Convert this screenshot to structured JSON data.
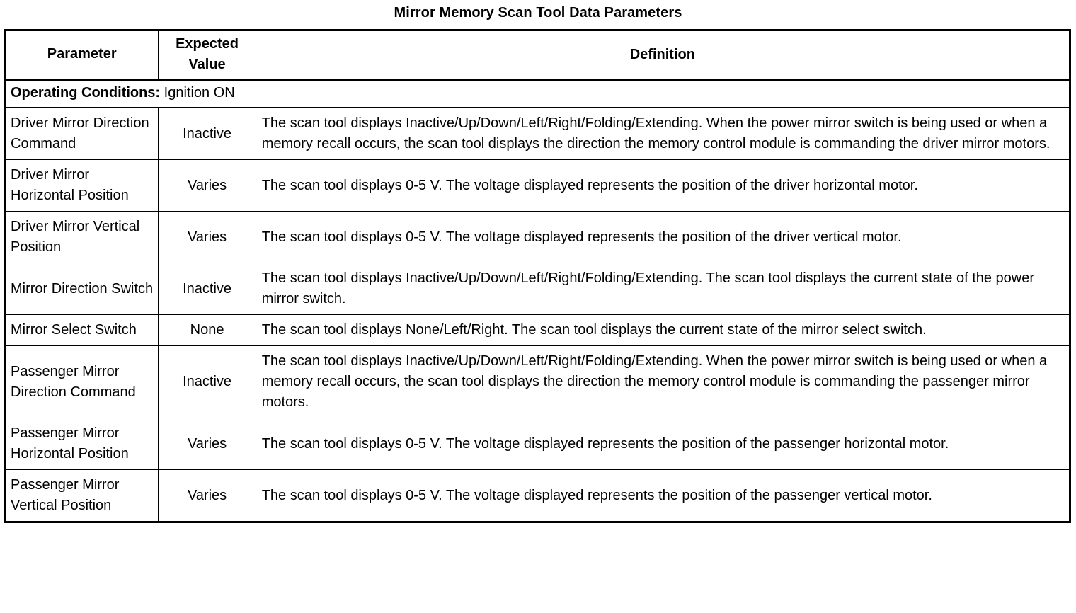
{
  "document": {
    "title": "Mirror Memory Scan Tool Data Parameters"
  },
  "table": {
    "headers": {
      "parameter": "Parameter",
      "expected_value": "Expected Value",
      "expected_value_line1": "Expected",
      "expected_value_line2": "Value",
      "definition": "Definition"
    },
    "operating_conditions": {
      "label": "Operating Conditions:",
      "value": " Ignition ON"
    },
    "rows": [
      {
        "parameter": "Driver Mirror Direction Command",
        "expected_value": "Inactive",
        "definition": "The scan tool displays Inactive/Up/Down/Left/Right/Folding/Extending. When the power mirror switch is being used or when a memory recall occurs, the scan tool displays the direction the memory control module is commanding the driver mirror motors."
      },
      {
        "parameter": "Driver Mirror Horizontal Position",
        "expected_value": "Varies",
        "definition": "The scan tool displays 0-5 V. The voltage displayed represents the position of the driver horizontal motor."
      },
      {
        "parameter": "Driver Mirror Vertical Position",
        "expected_value": "Varies",
        "definition": "The scan tool displays 0-5 V. The voltage displayed represents the position of the driver vertical motor."
      },
      {
        "parameter": "Mirror Direction Switch",
        "expected_value": "Inactive",
        "definition": "The scan tool displays Inactive/Up/Down/Left/Right/Folding/Extending. The scan tool displays the current state of the power mirror switch."
      },
      {
        "parameter": "Mirror Select Switch",
        "expected_value": "None",
        "definition": "The scan tool displays None/Left/Right. The scan tool displays the current state of the mirror select switch."
      },
      {
        "parameter": "Passenger Mirror Direction Command",
        "expected_value": "Inactive",
        "definition": "The scan tool displays Inactive/Up/Down/Left/Right/Folding/Extending. When the power mirror switch is being used or when a memory recall occurs, the scan tool displays the direction the memory control module is commanding the passenger mirror motors."
      },
      {
        "parameter": "Passenger Mirror Horizontal Position",
        "expected_value": "Varies",
        "definition": "The scan tool displays 0-5 V. The voltage displayed represents the position of the passenger horizontal motor."
      },
      {
        "parameter": "Passenger Mirror Vertical Position",
        "expected_value": "Varies",
        "definition": "The scan tool displays 0-5 V. The voltage displayed represents the position of the passenger vertical motor."
      }
    ]
  },
  "colors": {
    "text": "#000000",
    "background": "#ffffff",
    "border": "#000000"
  }
}
